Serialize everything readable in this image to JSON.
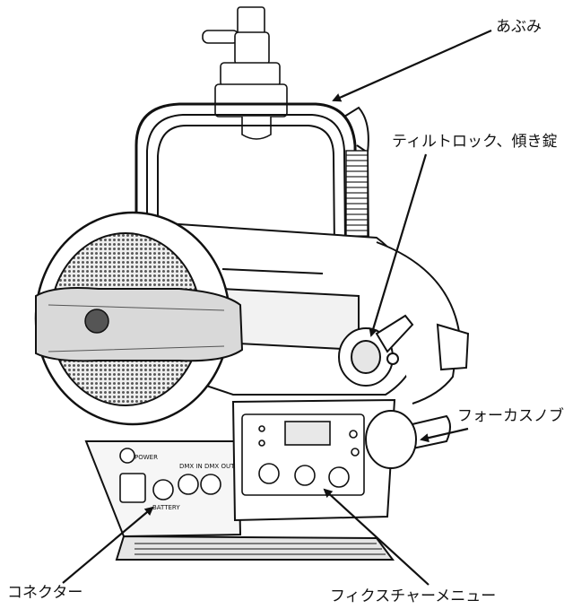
{
  "labels": {
    "yoke": "あぶみ",
    "tilt_lock": "ティルトロック、傾き錠",
    "focus_knob": "フォーカスノブ",
    "connector": "コネクター",
    "fixture_menu": "フィクスチャーメニュー"
  },
  "panel_text": {
    "power": "POWER",
    "dmx_in": "DMX IN",
    "dmx_out": "DMX OUT",
    "battery": "BATTERY"
  },
  "colors": {
    "ink": "#111111",
    "body_shade": "#d9d9d9",
    "mesh": "#6a6a6a",
    "paper": "#ffffff"
  }
}
